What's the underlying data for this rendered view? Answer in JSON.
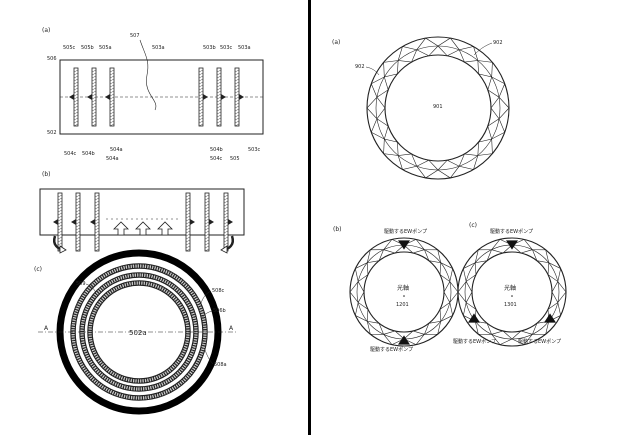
{
  "left_panel": {
    "fig_a": {
      "label": "(a)",
      "callouts_top": [
        "505c",
        "505b",
        "505a",
        "503a",
        "503b",
        "503c",
        "503a"
      ],
      "callout_507": "507",
      "callout_506": "506",
      "callout_502": "502",
      "callouts_bottom": [
        "504c",
        "504b",
        "504a",
        "504a",
        "504b",
        "504c",
        "505",
        "503c"
      ]
    },
    "fig_b": {
      "label": "(b)"
    },
    "fig_c": {
      "label": "(c)",
      "callout_509": "509",
      "callout_508c": "508c",
      "callout_506b": "506b",
      "callout_508a": "508a",
      "center_label": "502a",
      "section_label_left": "A",
      "section_label_right": "A"
    }
  },
  "right_panel": {
    "fig_a": {
      "label": "(a)",
      "callout_902_top": "902",
      "callout_902_left": "902",
      "center_label": "901"
    },
    "fig_b": {
      "label": "(b)",
      "top_label": "駆動するEWポンプ",
      "bottom_label": "駆動するEWポンプ",
      "center_label": "光軸",
      "center_num": "1201"
    },
    "fig_c": {
      "label": "(c)",
      "top_label": "駆動するEWポンプ",
      "left_label": "駆動するEWポンプ",
      "right_label": "駆動するEWポンプ",
      "center_label": "光軸",
      "center_num": "1301"
    }
  },
  "colors": {
    "line": "#222222",
    "divider": "#000000",
    "background": "#ffffff"
  }
}
